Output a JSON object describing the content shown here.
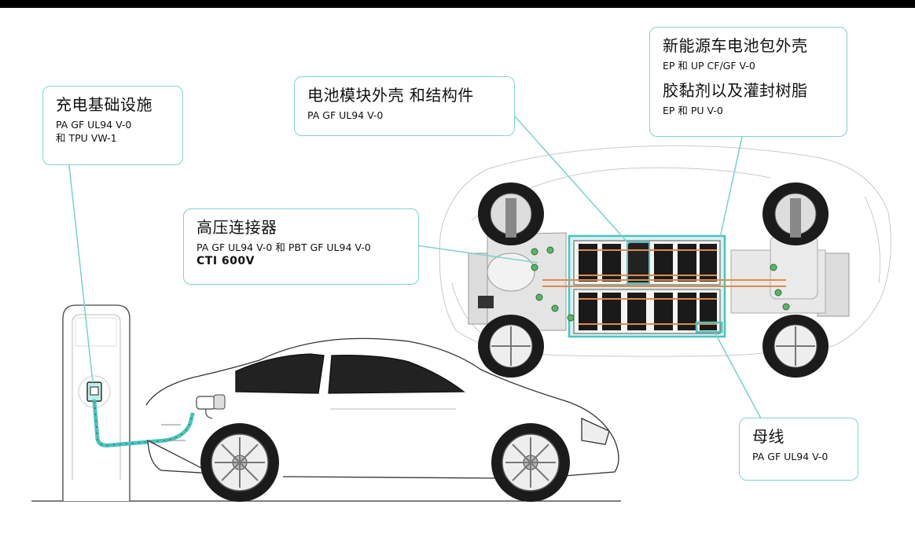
{
  "callouts": {
    "charging": {
      "title": "充电基础设施",
      "line1": "PA GF UL94 V-0",
      "line2": "和 TPU VW-1"
    },
    "module": {
      "title": "电池模块外壳 和结构件",
      "line1": "PA GF UL94 V-0"
    },
    "pack": {
      "title": "新能源车电池包外壳",
      "line1": "EP 和 UP CF/GF V-0",
      "title2": "胶黏剂以及灌封树脂",
      "line2": "EP 和 PU V-0"
    },
    "connector": {
      "title": "高压连接器",
      "line1": "PA GF UL94 V-0 和 PBT GF UL94 V-0",
      "line2": "CTI 600V"
    },
    "busbar": {
      "title": "母线",
      "line1": "PA GF UL94 V-0"
    }
  },
  "colors": {
    "accent": "#7fd3cf",
    "cable": "#5ec9c4",
    "busbar": "#e08a4a",
    "cell": "#1a1a1a"
  }
}
